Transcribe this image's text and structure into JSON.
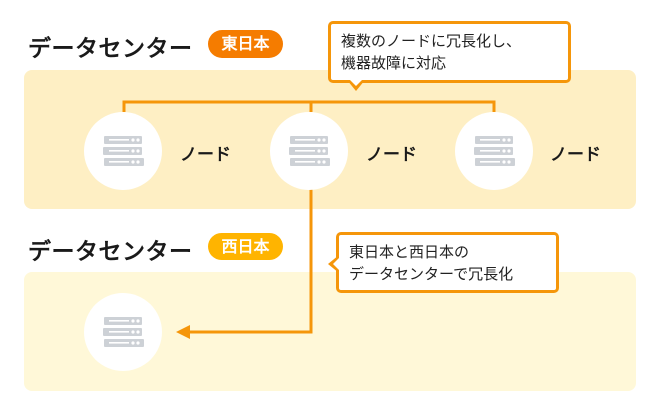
{
  "diagram": {
    "east": {
      "title": "データセンター",
      "badge": "東日本",
      "badge_color": "#F57C00",
      "nodes": [
        {
          "label": "ノード",
          "icon": "server-icon"
        },
        {
          "label": "ノード",
          "icon": "server-icon"
        },
        {
          "label": "ノード",
          "icon": "server-icon"
        }
      ],
      "callout": {
        "lines": [
          "複数のノードに冗長化し、",
          "機器故障に対応"
        ]
      }
    },
    "west": {
      "title": "データセンター",
      "badge": "西日本",
      "badge_color": "#FFB400",
      "nodes": [
        {
          "label": "",
          "icon": "server-icon"
        }
      ],
      "callout": {
        "lines": [
          "東日本と西日本の",
          "データセンターで冗長化"
        ]
      }
    },
    "colors": {
      "accent": "#F5960A",
      "east_panel": "#FEEFC4",
      "west_panel": "#FFF8D8",
      "icon": "#CFD3D8"
    }
  }
}
